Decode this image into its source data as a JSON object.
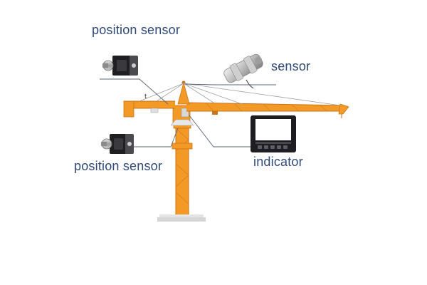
{
  "labels": {
    "position_sensor_top": "position sensor",
    "sensor": "sensor",
    "position_sensor_bottom": "position sensor",
    "indicator": "indicator"
  },
  "annotation_t": "t",
  "colors": {
    "crane": "#f39a26",
    "crane_dark": "#c9741a",
    "label_text": "#2f4a78",
    "leader_line": "#5a6478",
    "screen_frame": "#1e1e22",
    "screen_face": "#ffffff"
  }
}
